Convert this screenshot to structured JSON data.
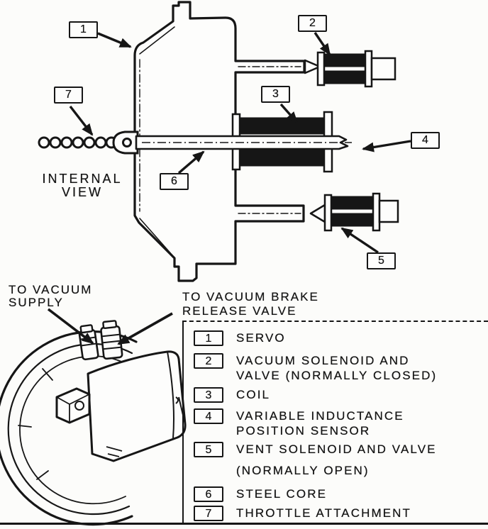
{
  "figure": {
    "internal_view": {
      "line1": "INTERNAL",
      "line2": "VIEW"
    },
    "port_labels": {
      "vacuum_supply": {
        "line1": "TO VACUUM",
        "line2": "SUPPLY"
      },
      "brake_release": {
        "line1": "TO VACUUM BRAKE",
        "line2": "RELEASE VALVE"
      }
    },
    "callouts": {
      "c1": {
        "num": "1"
      },
      "c2": {
        "num": "2"
      },
      "c3": {
        "num": "3"
      },
      "c4": {
        "num": "4"
      },
      "c5": {
        "num": "5"
      },
      "c6": {
        "num": "6"
      },
      "c7": {
        "num": "7"
      }
    },
    "legend": {
      "items": [
        {
          "num": "1",
          "line1": "SERVO",
          "line2": ""
        },
        {
          "num": "2",
          "line1": "VACUUM SOLENOID AND",
          "line2": "VALVE (NORMALLY CLOSED)"
        },
        {
          "num": "3",
          "line1": "COIL",
          "line2": ""
        },
        {
          "num": "4",
          "line1": "VARIABLE INDUCTANCE",
          "line2": "POSITION SENSOR"
        },
        {
          "num": "5",
          "line1": "VENT SOLENOID AND VALVE",
          "line2": "(NORMALLY OPEN)"
        },
        {
          "num": "6",
          "line1": "STEEL CORE",
          "line2": ""
        },
        {
          "num": "7",
          "line1": "THROTTLE ATTACHMENT",
          "line2": ""
        }
      ]
    },
    "colors": {
      "ink": "#161616",
      "paper": "#fcfcfa"
    }
  }
}
